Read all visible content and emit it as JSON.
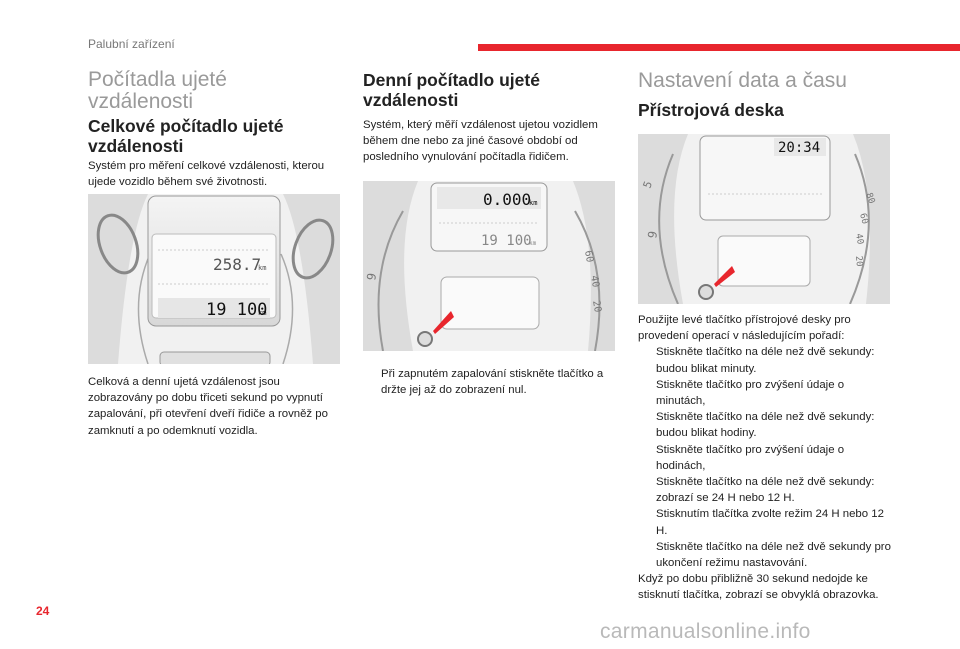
{
  "header": {
    "section_title": "Palubní zařízení",
    "accent_color": "#e8262d"
  },
  "page_number": "24",
  "watermark": "carmanualsonline.info",
  "col1": {
    "heading": "Počítadla ujeté vzdálenosti",
    "subheading": "Celkové počítadlo ujeté vzdálenosti",
    "intro": "Systém pro měření celkové vzdálenosti, kterou ujede vozidlo během své životnosti.",
    "illustration": {
      "trip_display": "258.7",
      "odo_display": "19 100",
      "unit": "km"
    },
    "body": "Celková a denní ujetá vzdálenost jsou zobrazovány po dobu třiceti sekund po vypnutí zapalování, při otevření dveří řidiče a rovněž po zamknutí a po odemknutí vozidla."
  },
  "col2": {
    "heading": "Denní počítadlo ujeté vzdálenosti",
    "intro": "Systém, který měří vzdálenost ujetou vozidlem během dne nebo za jiné časové období od posledního vynulování počítadla řidičem.",
    "illustration": {
      "trip_display": "0.000",
      "odo_display": "19 100",
      "unit": "km"
    },
    "bullets": [
      "Při zapnutém zapalování stiskněte tlačítko a držte jej až do zobrazení nul."
    ]
  },
  "col3": {
    "heading": "Nastavení data a času",
    "subheading": "Přístrojová deska",
    "illustration": {
      "clock_display": "20:34"
    },
    "intro": "Použijte levé tlačítko přístrojové desky pro provedení operací v následujícím pořadí:",
    "bullets": [
      "Stiskněte tlačítko na déle než dvě sekundy: budou blikat minuty.",
      "Stiskněte tlačítko pro zvýšení údaje o minutách,",
      "Stiskněte tlačítko na déle než dvě sekundy: budou blikat hodiny.",
      "Stiskněte tlačítko pro zvýšení údaje o hodinách,",
      "Stiskněte tlačítko na déle než dvě sekundy: zobrazí se 24 H nebo 12 H.",
      "Stisknutím tlačítka zvolte režim 24 H nebo 12 H.",
      "Stiskněte tlačítko na déle než dvě sekundy pro ukončení režimu nastavování."
    ],
    "outro": "Když po dobu přibližně 30 sekund nedojde ke stisknutí tlačítka, zobrazí se obvyklá obrazovka."
  },
  "bullet_symbol": "",
  "icons": [
    "pointer-arrow-icon",
    "reset-button-icon"
  ]
}
